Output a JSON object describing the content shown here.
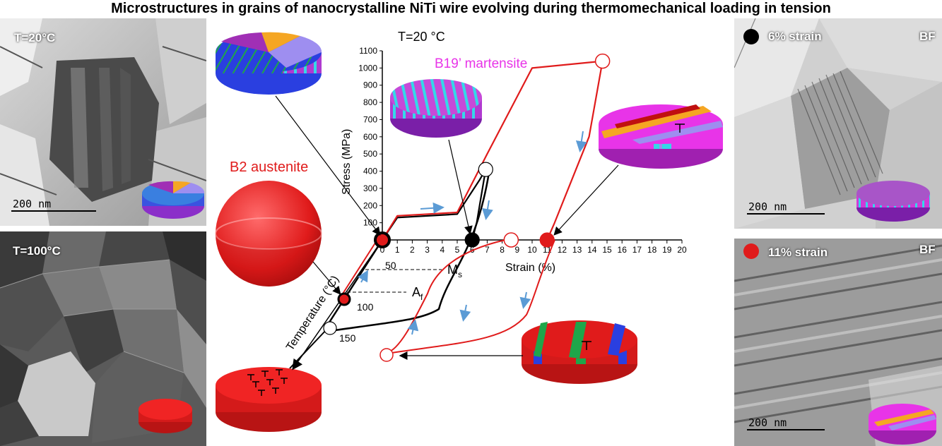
{
  "title": "Microstructures in grains of nanocrystalline NiTi wire evolving during thermomechanical loading in tension",
  "panels": {
    "top_left": {
      "label": "T=20°C",
      "scalebar": "200 nm"
    },
    "bottom_left": {
      "label": "T=100°C"
    },
    "top_right": {
      "label": "6% strain",
      "tag": "BF",
      "scalebar": "200 nm"
    },
    "bottom_right": {
      "label": "11% strain",
      "tag": "BF",
      "scalebar": "200 nm"
    }
  },
  "diagram": {
    "temp_title": "T=20 °C",
    "martensite_label": "B19’ martensite",
    "austenite_label": "B2 austenite",
    "y_axis_label": "Stress (MPa)",
    "x_axis_label": "Strain (%)",
    "temp_axis_label": "Temperature (°C)",
    "ms_label": "M",
    "ms_sub": "s",
    "af_label": "A",
    "af_sub": "f",
    "temp_ticks": [
      "50",
      "100",
      "150"
    ]
  },
  "chart_data": {
    "type": "line",
    "xlabel": "Strain (%)",
    "ylabel": "Stress (MPa)",
    "xlim": [
      0,
      20
    ],
    "ylim": [
      0,
      1100
    ],
    "x_ticks": [
      "0",
      "1",
      "2",
      "3",
      "4",
      "5",
      "6",
      "7",
      "8",
      "9",
      "10",
      "11",
      "12",
      "13",
      "14",
      "15",
      "16",
      "17",
      "18",
      "19",
      "20"
    ],
    "y_ticks": [
      "100",
      "200",
      "300",
      "400",
      "500",
      "600",
      "700",
      "800",
      "900",
      "1000",
      "1100"
    ],
    "series": [
      {
        "color": "#000000",
        "points": [
          [
            0,
            0
          ],
          [
            1,
            130
          ],
          [
            3,
            140
          ],
          [
            5,
            150
          ],
          [
            6.5,
            350
          ],
          [
            6.9,
            410
          ],
          [
            6.3,
            100
          ],
          [
            6,
            0
          ]
        ]
      },
      {
        "color": "#e01b1b",
        "points": [
          [
            0,
            0
          ],
          [
            1,
            140
          ],
          [
            3,
            150
          ],
          [
            5,
            160
          ],
          [
            7,
            500
          ],
          [
            10,
            1000
          ],
          [
            14.7,
            1040
          ],
          [
            13.8,
            600
          ],
          [
            11.5,
            100
          ],
          [
            11,
            0
          ]
        ]
      }
    ],
    "markers": [
      {
        "x": 0,
        "y": 0,
        "style": "black-red"
      },
      {
        "x": 6,
        "y": 0,
        "style": "black"
      },
      {
        "x": 6.9,
        "y": 410,
        "style": "open"
      },
      {
        "x": 8.6,
        "y": 0,
        "style": "open-red"
      },
      {
        "x": 11,
        "y": 0,
        "style": "red"
      },
      {
        "x": 14.7,
        "y": 1040,
        "style": "open-red"
      }
    ]
  },
  "colors": {
    "red": "#e01b1b",
    "magenta": "#e834e8",
    "cyan": "#35d8e8",
    "blue": "#2a3fe0",
    "green": "#1fa64a",
    "orange": "#f5a623",
    "arrow_blue": "#5b9bd5"
  }
}
